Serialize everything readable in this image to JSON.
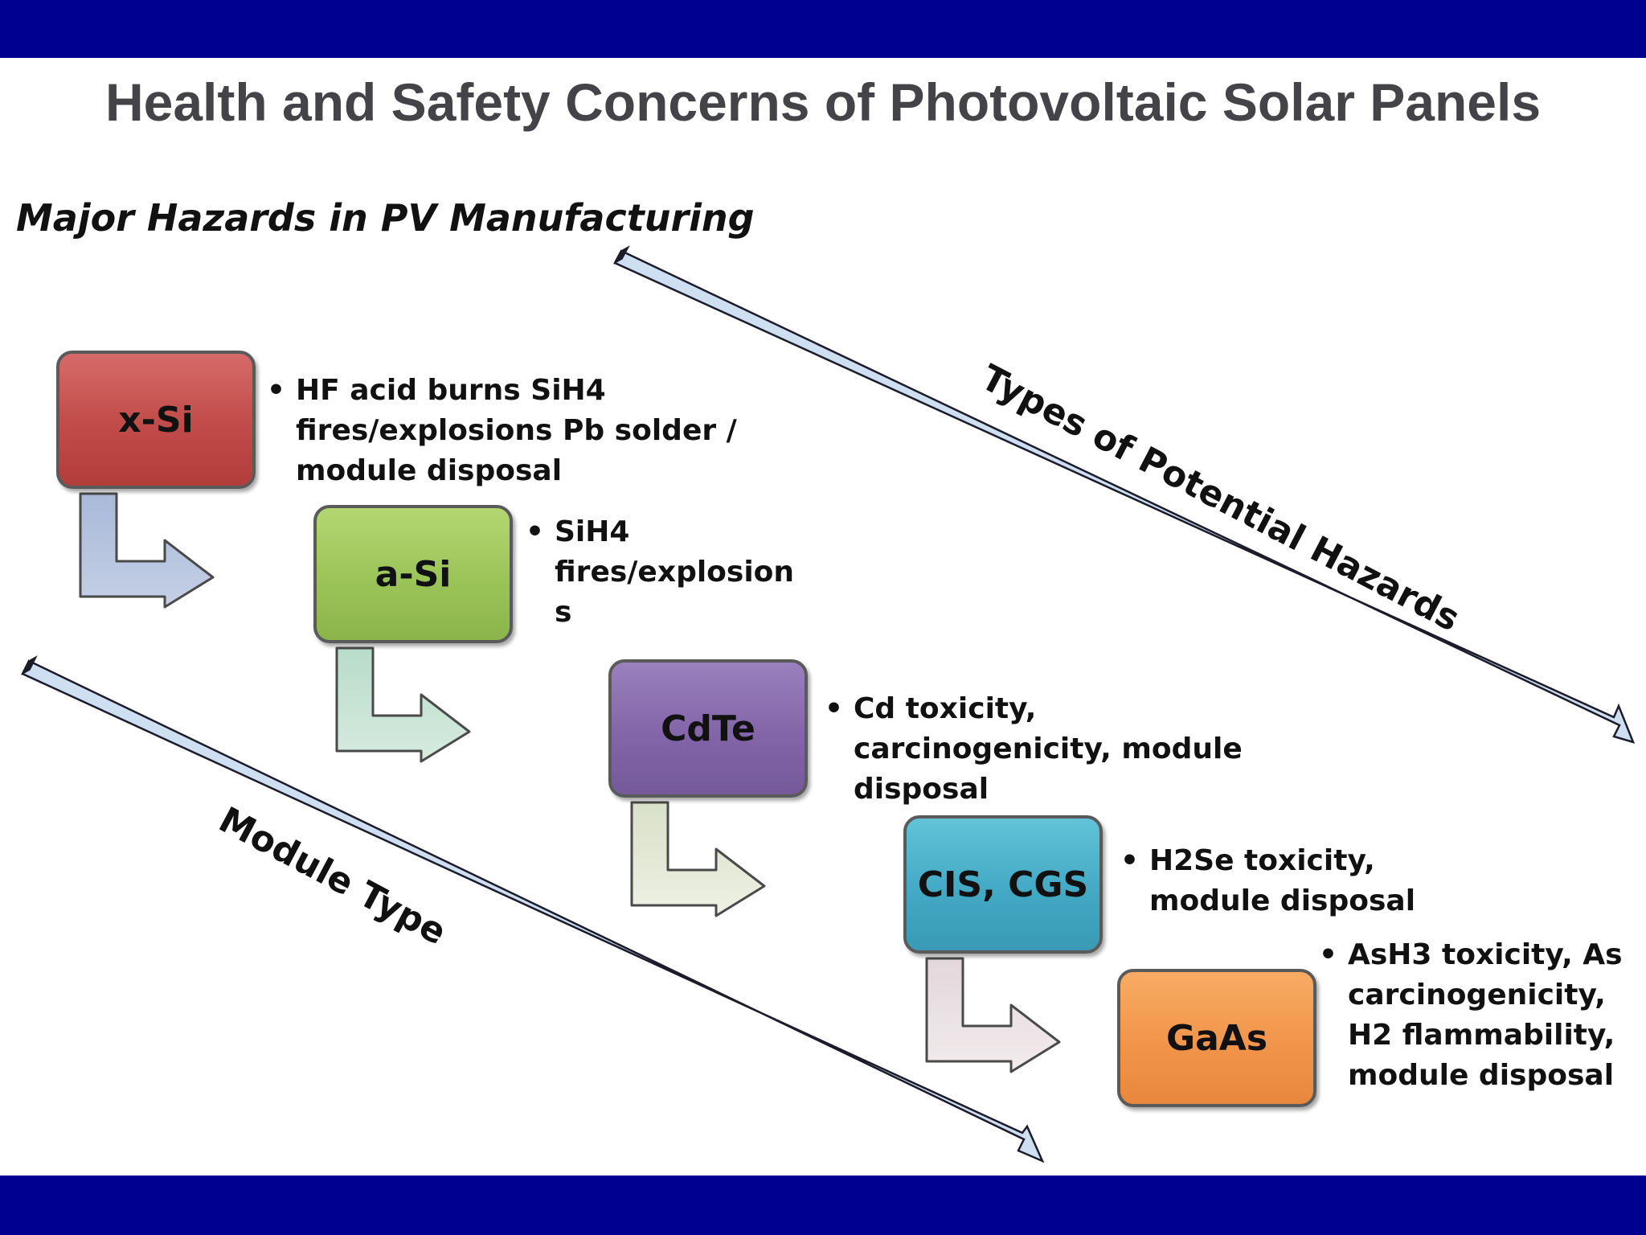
{
  "slide": {
    "title": "Health and Safety Concerns of Photovoltaic Solar Panels",
    "subtitle": "Major Hazards in PV Manufacturing",
    "colors": {
      "band": "#000090",
      "title": "#444448",
      "arrow_fill": "#cfdff2"
    }
  },
  "axes": {
    "hazards_label": "Types of Potential Hazards",
    "module_label": "Module Type"
  },
  "modules": [
    {
      "name": "x-Si",
      "color": "#c04b48",
      "hazards": "HF acid burns SiH4 fires/explosions Pb solder / module disposal"
    },
    {
      "name": "a-Si",
      "color": "#9bc458",
      "hazards": "SiH4 fires/explosion s"
    },
    {
      "name": "CdTe",
      "color": "#8265a8",
      "hazards": "Cd toxicity, carcinogenicity, module disposal"
    },
    {
      "name": "CIS, CGS",
      "color": "#43a9c4",
      "hazards": "H2Se toxicity, module disposal"
    },
    {
      "name": "GaAs",
      "color": "#f1954a",
      "hazards": "AsH3 toxicity, As carcinogenicity, H2 flammability, module disposal"
    }
  ],
  "bullet_char": "•"
}
